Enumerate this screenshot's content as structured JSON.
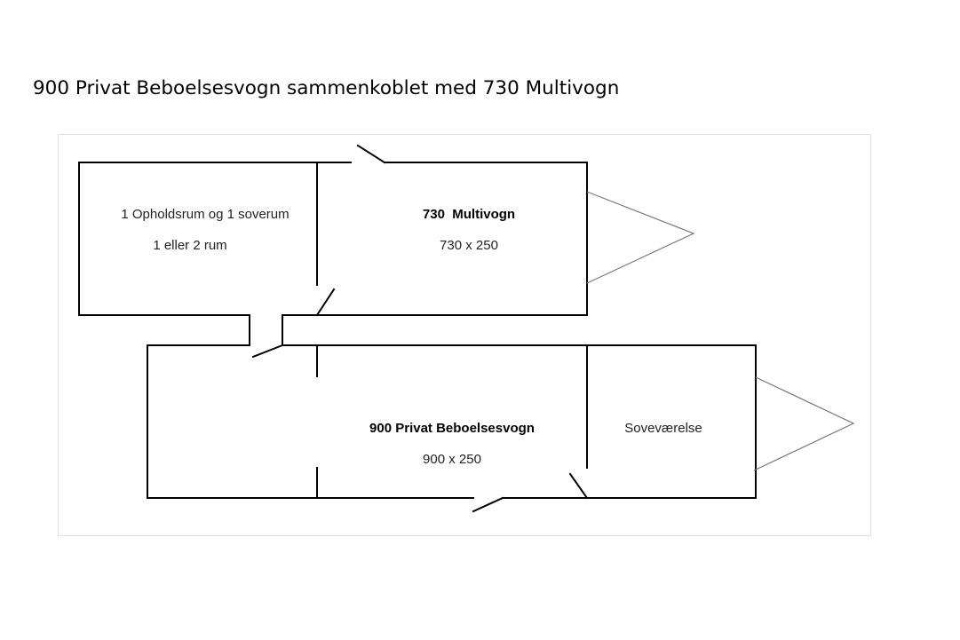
{
  "title": "900 Privat Beboelsesvogn sammenkoblet med 730 Multivogn",
  "diagram": {
    "top_wagon": {
      "room_left_line1": "1 Opholdsrum og 1 soverum",
      "room_left_line2": "1 eller 2 rum",
      "name": "730  Multivogn",
      "size": "730 x 250"
    },
    "bottom_wagon": {
      "name": "900 Privat Beboelsesvogn",
      "size": "900 x 250",
      "bedroom": "Soveværelse"
    }
  }
}
